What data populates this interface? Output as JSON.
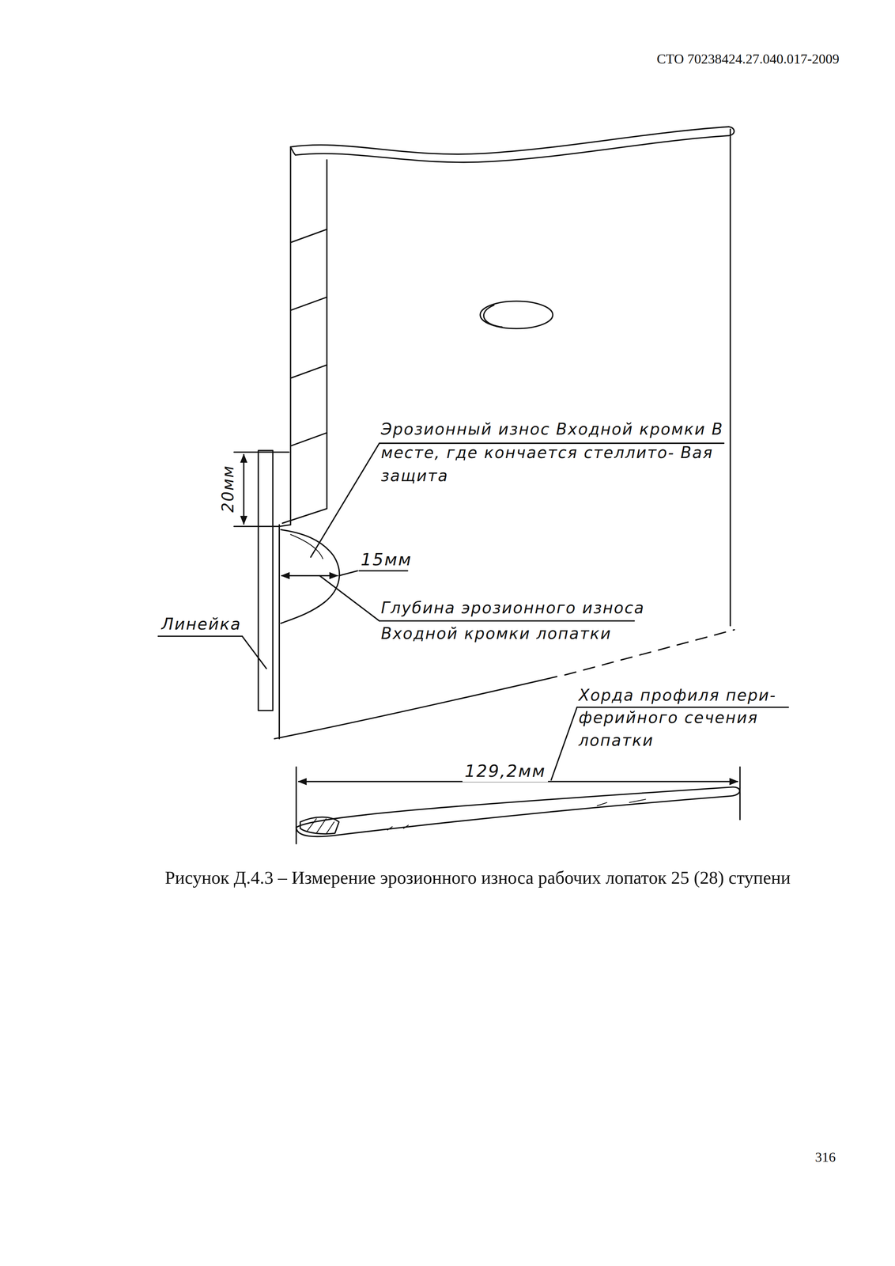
{
  "diagram": {
    "caption": "Рисунок Д.4.3 – Измерение эрозионного износа рабочих лопаток 25 (28) ступени",
    "labels": [
      "СТО 70238424.27.040.017-2009",
      "Эрозионный износ Входной кромки В месте, где кончается стеллито- Вая защита",
      "20мм",
      "15мм",
      "Глубина эрозионного износа Входной кромки лопатки",
      "Линейка",
      "Хорда профиля пери- ферийного сечения лопатки",
      "129,2мм",
      "316"
    ]
  }
}
